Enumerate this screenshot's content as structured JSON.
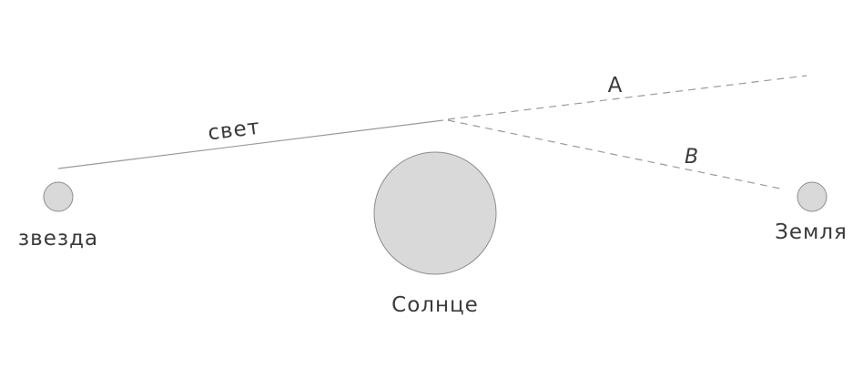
{
  "labels": {
    "star": "звезда",
    "sun": "Солнце",
    "earth": "Земля",
    "light": "свет",
    "apparent_ray": "A",
    "actual_ray": "B"
  },
  "colors": {
    "body_fill": "#d9d9d9",
    "body_stroke": "#8c8c8c",
    "ray": "#9a9a9a",
    "text": "#3a3a3a"
  }
}
